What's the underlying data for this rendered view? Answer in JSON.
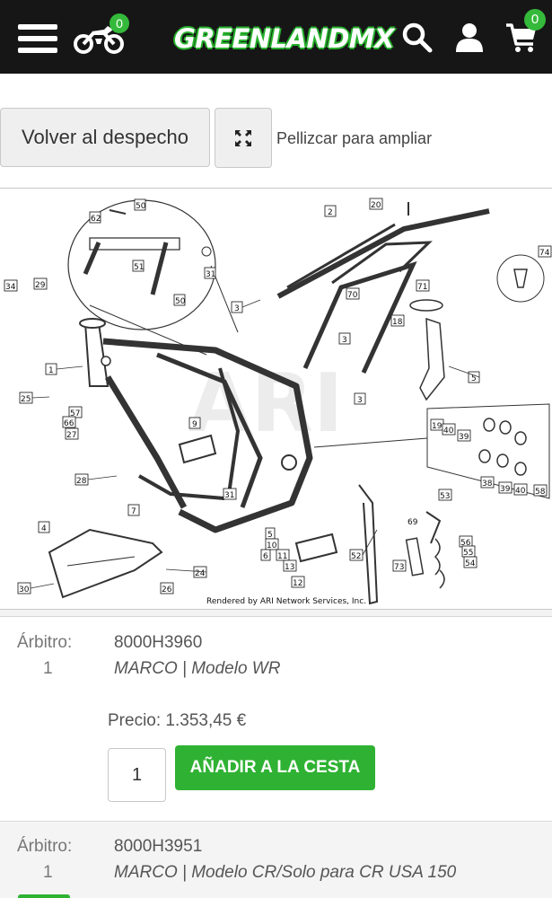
{
  "header": {
    "bike_count": "0",
    "logo_text": "GREENLANDMX",
    "cart_count": "0",
    "icons": [
      "menu-icon",
      "motorbike-icon",
      "search-icon",
      "user-icon",
      "cart-icon"
    ],
    "colors": {
      "bar": "#161616",
      "accent": "#2fb233"
    }
  },
  "toolbar": {
    "back_label": "Volver al despecho",
    "zoom_icon": "expand-icon",
    "pinch_hint": "Pellizcar para ampliar"
  },
  "diagram": {
    "credit": "Rendered by ARI Network Services, Inc.",
    "watermark": "ARI",
    "callouts": [
      "50",
      "62",
      "51",
      "31",
      "50",
      "2",
      "20",
      "74",
      "34",
      "29",
      "71",
      "3",
      "70",
      "18",
      "1",
      "3",
      "5",
      "25",
      "57",
      "66",
      "27",
      "9",
      "3",
      "19",
      "40",
      "39",
      "28",
      "38",
      "39",
      "40",
      "58",
      "31",
      "7",
      "53",
      "5",
      "10",
      "6",
      "11",
      "69",
      "4",
      "56",
      "55",
      "13",
      "52",
      "73",
      "54",
      "12",
      "24",
      "30",
      "26"
    ]
  },
  "parts": [
    {
      "arbitro_label": "Árbitro:",
      "ref": "1",
      "code": "8000H3960",
      "description": "MARCO | Modelo WR",
      "price": "Precio: 1.353,45 €",
      "qty": "1",
      "add_label": "AÑADIR A LA CESTA"
    },
    {
      "arbitro_label": "Árbitro:",
      "ref": "1",
      "code": "8000H3951",
      "description": "MARCO | Modelo CR/Solo para CR USA 150"
    }
  ]
}
